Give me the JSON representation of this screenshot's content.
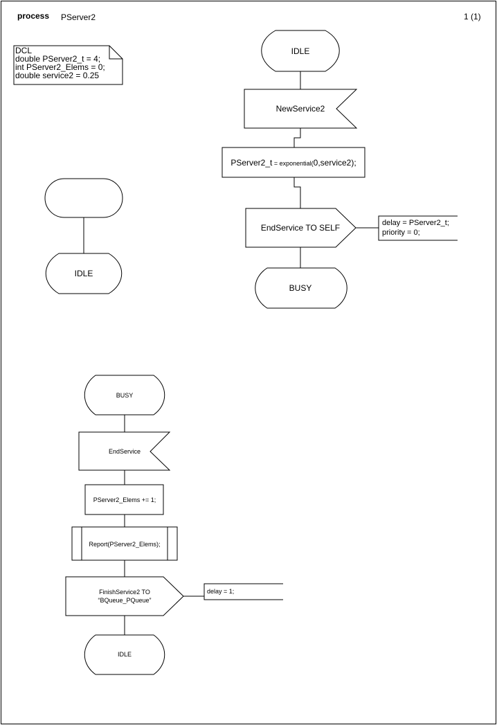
{
  "header": {
    "keyword": "process",
    "name": "PServer2",
    "page_number": "1 (1)"
  },
  "declaration": {
    "lines": [
      "DCL",
      "double PServer2_t = 4;",
      "int PServer2_Elems = 0;",
      "double service2 = 0.25"
    ]
  },
  "start_flow": {
    "state": "IDLE"
  },
  "idle_flow": {
    "state": "IDLE",
    "input": "NewService2",
    "task_main": "PServer2_t",
    "task_small": " = exponential(",
    "task_tail": "0,service2);",
    "output": "EndService TO SELF",
    "output_params": [
      "delay = PServer2_t;",
      "priority = 0;"
    ],
    "next_state": "BUSY"
  },
  "busy_flow": {
    "state": "BUSY",
    "input": "EndService",
    "task": "PServer2_Elems += 1;",
    "procedure_call": "Report(PServer2_Elems);",
    "output_lines": [
      "FinishService2 TO",
      "“BQueue_PQueue”"
    ],
    "output_params": [
      "delay = 1;"
    ],
    "next_state": "IDLE"
  }
}
